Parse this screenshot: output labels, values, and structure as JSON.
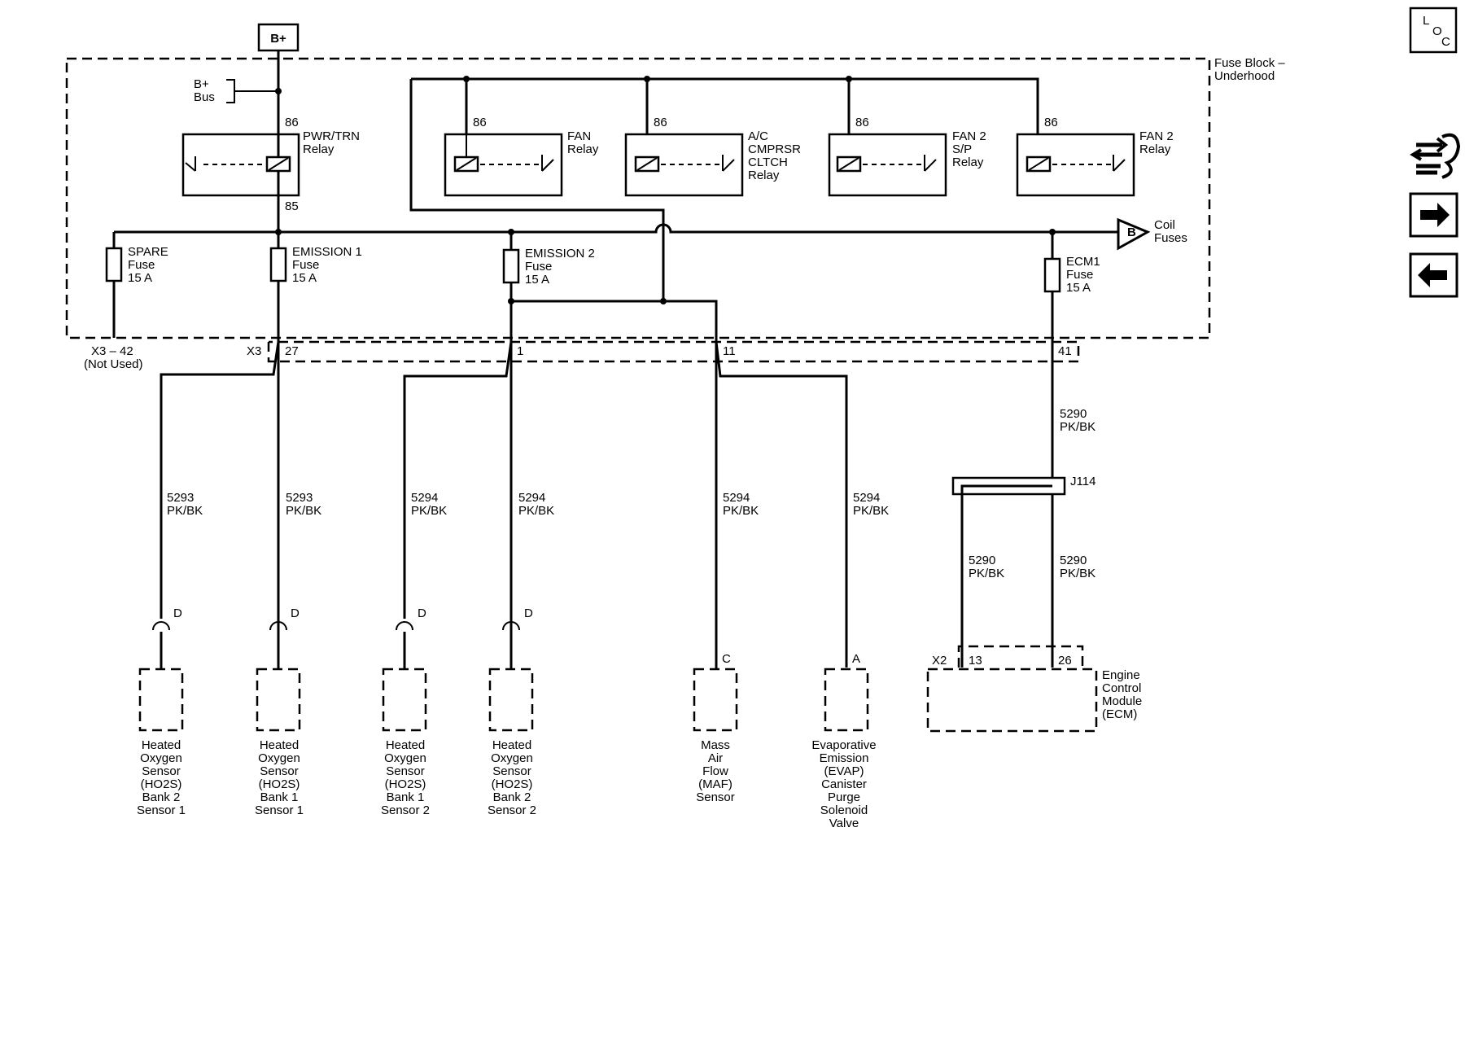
{
  "power": {
    "bplus_label": "B+",
    "bus_label_1": "B+",
    "bus_label_2": "Bus"
  },
  "fuse_block": {
    "label_1": "Fuse Block –",
    "label_2": "Underhood"
  },
  "relays": {
    "pwr_trn": {
      "pin_top": "86",
      "pin_bottom": "85",
      "name_1": "PWR/TRN",
      "name_2": "Relay"
    },
    "fan": {
      "pin": "86",
      "name_1": "FAN",
      "name_2": "Relay"
    },
    "ac": {
      "pin": "86",
      "name_1": "A/C",
      "name_2": "CMPRSR",
      "name_3": "CLTCH",
      "name_4": "Relay"
    },
    "fan2_sp": {
      "pin": "86",
      "name_1": "FAN 2",
      "name_2": "S/P",
      "name_3": "Relay"
    },
    "fan2": {
      "pin": "86",
      "name_1": "FAN 2",
      "name_2": "Relay"
    }
  },
  "fuses": {
    "spare": {
      "name": "SPARE",
      "kind": "Fuse",
      "rating": "15 A"
    },
    "emission1": {
      "name": "EMISSION 1",
      "kind": "Fuse",
      "rating": "15 A"
    },
    "emission2": {
      "name": "EMISSION 2",
      "kind": "Fuse",
      "rating": "15 A"
    },
    "ecm1": {
      "name": "ECM1",
      "kind": "Fuse",
      "rating": "15 A"
    }
  },
  "coil_fuses": {
    "letter": "B",
    "label_1": "Coil",
    "label_2": "Fuses"
  },
  "connectors": {
    "x3_42": "X3 – 42",
    "not_used": "(Not Used)",
    "x3": "X3",
    "pin27": "27",
    "pin1": "1",
    "pin11": "11",
    "pin41": "41",
    "j114": "J114",
    "x2": "X2",
    "pin13": "13",
    "pin26": "26"
  },
  "wires": {
    "w5293_a": {
      "circuit": "5293",
      "color": "PK/BK"
    },
    "w5293_b": {
      "circuit": "5293",
      "color": "PK/BK"
    },
    "w5294_a": {
      "circuit": "5294",
      "color": "PK/BK"
    },
    "w5294_b": {
      "circuit": "5294",
      "color": "PK/BK"
    },
    "w5294_c": {
      "circuit": "5294",
      "color": "PK/BK"
    },
    "w5294_d": {
      "circuit": "5294",
      "color": "PK/BK"
    },
    "w5290_top": {
      "circuit": "5290",
      "color": "PK/BK"
    },
    "w5290_left": {
      "circuit": "5290",
      "color": "PK/BK"
    },
    "w5290_right": {
      "circuit": "5290",
      "color": "PK/BK"
    }
  },
  "components": {
    "ho2s_b2s1": {
      "pin": "D",
      "lines": [
        "Heated",
        "Oxygen",
        "Sensor",
        "(HO2S)",
        "Bank 2",
        "Sensor 1"
      ]
    },
    "ho2s_b1s1": {
      "pin": "D",
      "lines": [
        "Heated",
        "Oxygen",
        "Sensor",
        "(HO2S)",
        "Bank 1",
        "Sensor 1"
      ]
    },
    "ho2s_b1s2": {
      "pin": "D",
      "lines": [
        "Heated",
        "Oxygen",
        "Sensor",
        "(HO2S)",
        "Bank 1",
        "Sensor 2"
      ]
    },
    "ho2s_b2s2": {
      "pin": "D",
      "lines": [
        "Heated",
        "Oxygen",
        "Sensor",
        "(HO2S)",
        "Bank 2",
        "Sensor 2"
      ]
    },
    "maf": {
      "pin": "C",
      "lines": [
        "Mass",
        "Air",
        "Flow",
        "(MAF)",
        "Sensor"
      ]
    },
    "evap": {
      "pin": "A",
      "lines": [
        "Evaporative",
        "Emission",
        "(EVAP)",
        "Canister",
        "Purge",
        "Solenoid",
        "Valve"
      ]
    },
    "ecm": {
      "lines": [
        "Engine",
        "Control",
        "Module",
        "(ECM)"
      ]
    }
  },
  "nav": {
    "loc_icon": "location-icon",
    "harness_icon": "harness-icon",
    "next_icon": "arrow-right-icon",
    "prev_icon": "arrow-left-icon",
    "loc_letters": [
      "L",
      "O",
      "C"
    ]
  }
}
